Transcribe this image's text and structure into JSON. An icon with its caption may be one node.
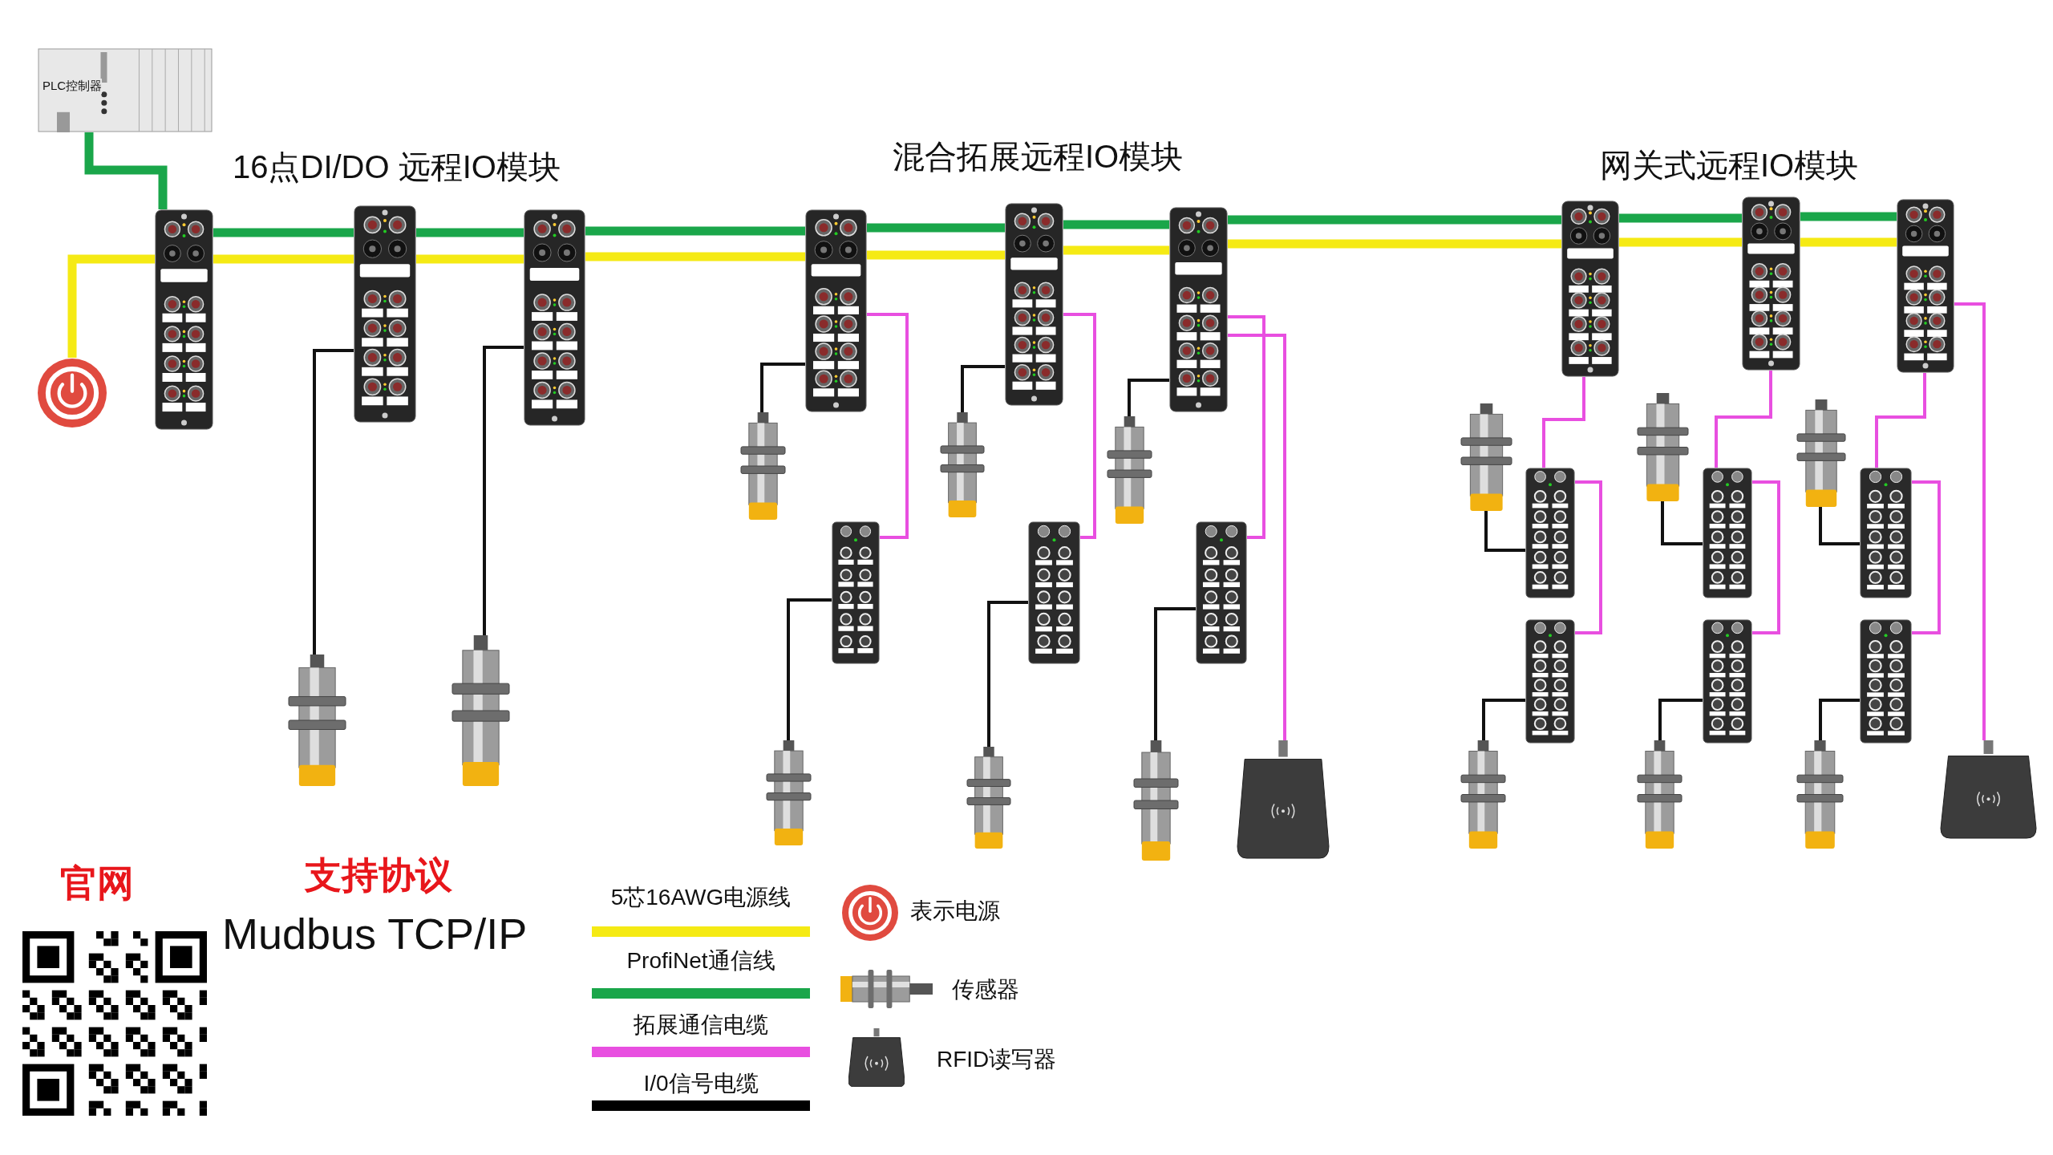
{
  "diagram": {
    "nodes": [
      {
        "text": [
          "PLC控制器"
        ]
      },
      {
        "text": [],
        "shape": "picture"
      },
      {
        "text": [],
        "shape": "picture"
      },
      {
        "text": [],
        "shape": "picture"
      },
      {
        "text": [],
        "shape": "picture"
      },
      {
        "text": [],
        "shape": "picture"
      },
      {
        "text": [],
        "shape": "picture"
      },
      {
        "text": [],
        "shape": "picture"
      },
      {
        "text": [],
        "shape": "picture"
      },
      {
        "text": [],
        "shape": "picture"
      },
      {
        "text": [],
        "shape": "picture"
      },
      {
        "text": [],
        "shape": "picture"
      },
      {
        "text": [],
        "shape": "picture"
      },
      {
        "text": [],
        "shape": "picture"
      },
      {
        "text": [],
        "shape": "picture"
      },
      {
        "text": [],
        "shape": "picture"
      },
      {
        "text": [],
        "shape": "picture"
      },
      {
        "text": [],
        "shape": "picture"
      },
      {
        "text": [],
        "shape": "picture"
      },
      {
        "text": [],
        "shape": "picture"
      },
      {
        "text": [],
        "shape": "picture"
      },
      {
        "text": [],
        "shape": "picture"
      },
      {
        "text": [],
        "shape": "picture"
      },
      {
        "text": [],
        "shape": "picture"
      },
      {
        "text": [],
        "shape": "picture"
      },
      {
        "text": [],
        "shape": "picture"
      },
      {
        "text": [],
        "shape": "picture"
      },
      {
        "text": [],
        "shape": "picture"
      },
      {
        "text": [],
        "shape": "picture"
      },
      {
        "text": [],
        "shape": "picture"
      },
      {
        "text": [],
        "shape": "picture"
      },
      {
        "text": [],
        "shape": "picture"
      },
      {
        "text": [],
        "shape": "picture"
      },
      {
        "text": [],
        "shape": "picture"
      },
      {
        "text": [],
        "shape": "picture"
      },
      {
        "text": [],
        "shape": "picture"
      }
    ],
    "edges": [
      {
        "from": 0,
        "to": 2,
        "arrow": "none",
        "style": "thick",
        "color": "#1aa64a"
      },
      {
        "from": 2,
        "to": 3,
        "arrow": "none",
        "style": "thick",
        "color": "#1aa64a"
      },
      {
        "from": 3,
        "to": 4,
        "arrow": "none",
        "style": "thick",
        "color": "#1aa64a"
      },
      {
        "from": 4,
        "to": 5,
        "arrow": "none",
        "style": "thick",
        "color": "#1aa64a"
      },
      {
        "from": 5,
        "to": 6,
        "arrow": "none",
        "style": "thick",
        "color": "#1aa64a"
      },
      {
        "from": 6,
        "to": 7,
        "arrow": "none",
        "style": "thick",
        "color": "#1aa64a"
      },
      {
        "from": 7,
        "to": 8,
        "arrow": "none",
        "style": "thick",
        "color": "#1aa64a"
      },
      {
        "from": 8,
        "to": 9,
        "arrow": "none",
        "style": "thick",
        "color": "#1aa64a"
      },
      {
        "from": 9,
        "to": 10,
        "arrow": "none",
        "style": "thick",
        "color": "#1aa64a"
      },
      {
        "from": 1,
        "to": 2,
        "arrow": "none",
        "style": "thick",
        "color": "#f5ea14"
      },
      {
        "from": 2,
        "to": 3,
        "arrow": "none",
        "style": "thick",
        "color": "#f5ea14"
      },
      {
        "from": 3,
        "to": 4,
        "arrow": "none",
        "style": "thick",
        "color": "#f5ea14"
      },
      {
        "from": 4,
        "to": 5,
        "arrow": "none",
        "style": "thick",
        "color": "#f5ea14"
      },
      {
        "from": 5,
        "to": 6,
        "arrow": "none",
        "style": "thick",
        "color": "#f5ea14"
      },
      {
        "from": 6,
        "to": 7,
        "arrow": "none",
        "style": "thick",
        "color": "#f5ea14"
      },
      {
        "from": 7,
        "to": 8,
        "arrow": "none",
        "style": "thick",
        "color": "#f5ea14"
      },
      {
        "from": 8,
        "to": 9,
        "arrow": "none",
        "style": "thick",
        "color": "#f5ea14"
      },
      {
        "from": 9,
        "to": 10,
        "arrow": "none",
        "style": "thick",
        "color": "#f5ea14"
      },
      {
        "from": 3,
        "to": 11,
        "arrow": "none"
      },
      {
        "from": 4,
        "to": 12,
        "arrow": "none"
      },
      {
        "from": 5,
        "to": 13,
        "arrow": "none"
      },
      {
        "from": 6,
        "to": 14,
        "arrow": "none"
      },
      {
        "from": 7,
        "to": 15,
        "arrow": "none"
      },
      {
        "from": 16,
        "to": 19,
        "arrow": "none"
      },
      {
        "from": 17,
        "to": 20,
        "arrow": "none"
      },
      {
        "from": 18,
        "to": 21,
        "arrow": "none"
      },
      {
        "from": 24,
        "to": 23,
        "arrow": "none"
      },
      {
        "from": 25,
        "to": 26,
        "arrow": "none"
      },
      {
        "from": 28,
        "to": 27,
        "arrow": "none"
      },
      {
        "from": 29,
        "to": 30,
        "arrow": "none"
      },
      {
        "from": 32,
        "to": 31,
        "arrow": "none"
      },
      {
        "from": 33,
        "to": 34,
        "arrow": "none"
      },
      {
        "from": 5,
        "to": 16,
        "arrow": "none",
        "color": "#e84fe0"
      },
      {
        "from": 6,
        "to": 17,
        "arrow": "none",
        "color": "#e84fe0"
      },
      {
        "from": 7,
        "to": 18,
        "arrow": "none",
        "color": "#e84fe0"
      },
      {
        "from": 7,
        "to": 22,
        "arrow": "none",
        "color": "#e84fe0"
      },
      {
        "from": 8,
        "to": 24,
        "arrow": "none",
        "color": "#e84fe0"
      },
      {
        "from": 24,
        "to": 25,
        "arrow": "none",
        "color": "#e84fe0"
      },
      {
        "from": 9,
        "to": 28,
        "arrow": "none",
        "color": "#e84fe0"
      },
      {
        "from": 28,
        "to": 29,
        "arrow": "none",
        "color": "#e84fe0"
      },
      {
        "from": 10,
        "to": 32,
        "arrow": "none",
        "color": "#e84fe0"
      },
      {
        "from": 32,
        "to": 33,
        "arrow": "none",
        "color": "#e84fe0"
      },
      {
        "from": 10,
        "to": 35,
        "arrow": "none",
        "color": "#e84fe0"
      }
    ],
    "labels": [
      "16点DI/DO 远程IO模块",
      "混合拓展远程IO模块",
      "网关式远程IO模块",
      "官网",
      "支持协议",
      "Mudbus TCP/IP"
    ],
    "legend": [
      {
        "text": "5芯16AWG电源线",
        "color": "#f5ea14"
      },
      {
        "text": "ProfiNet通信线",
        "color": "#1aa64a"
      },
      {
        "text": "拓展通信电缆",
        "color": "#e84fe0"
      },
      {
        "text": "I/0信号电缆",
        "color": "#000000"
      },
      {
        "text": "表示电源"
      },
      {
        "text": "传感器"
      },
      {
        "text": "RFID读写器"
      }
    ]
  }
}
